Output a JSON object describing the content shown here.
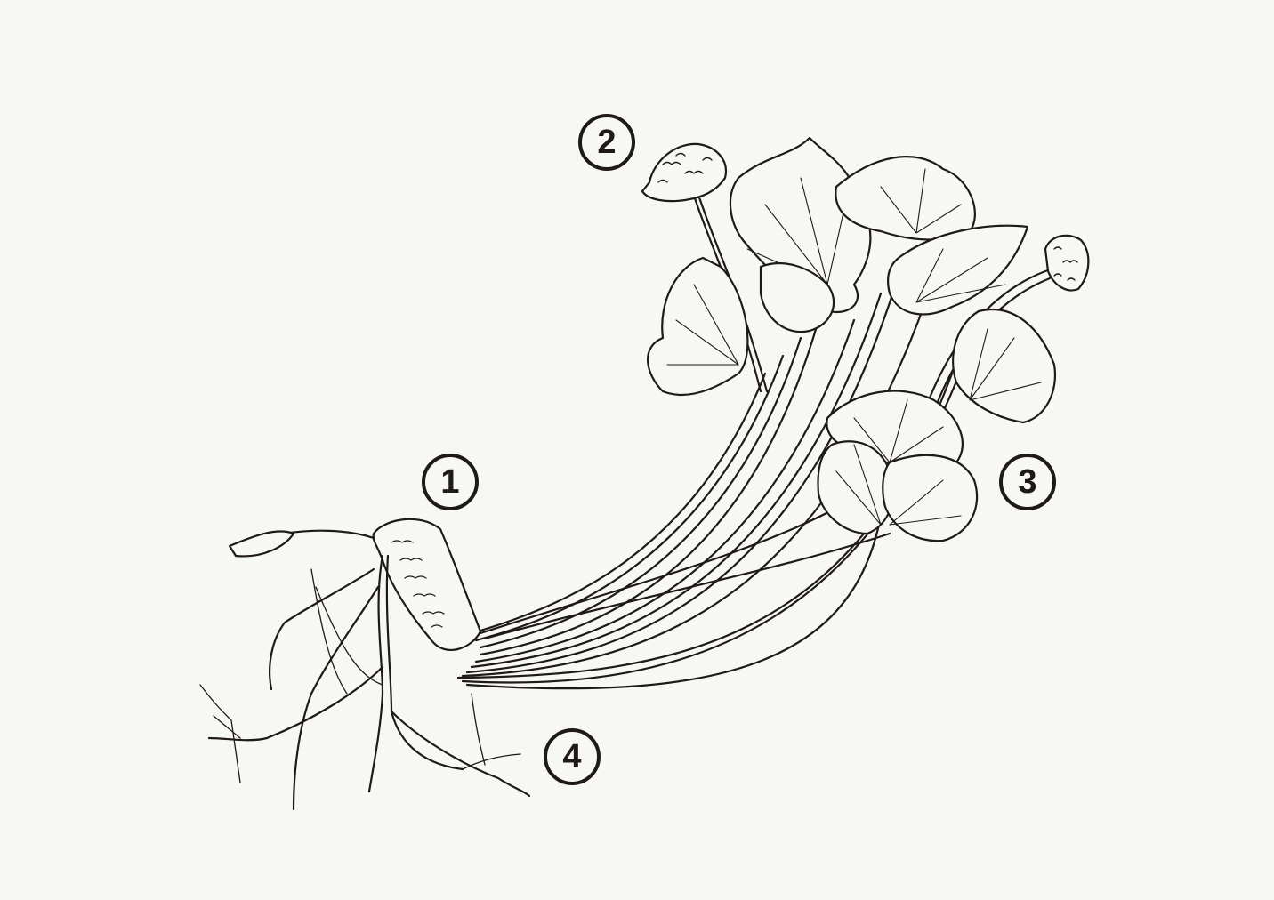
{
  "markers": [
    {
      "label": "1",
      "part": "rhizome"
    },
    {
      "label": "2",
      "part": "flower"
    },
    {
      "label": "3",
      "part": "leaf"
    },
    {
      "label": "4",
      "part": "root"
    }
  ],
  "colors": {
    "ink": "#1f1a17",
    "paper": "#f7f7f5"
  }
}
